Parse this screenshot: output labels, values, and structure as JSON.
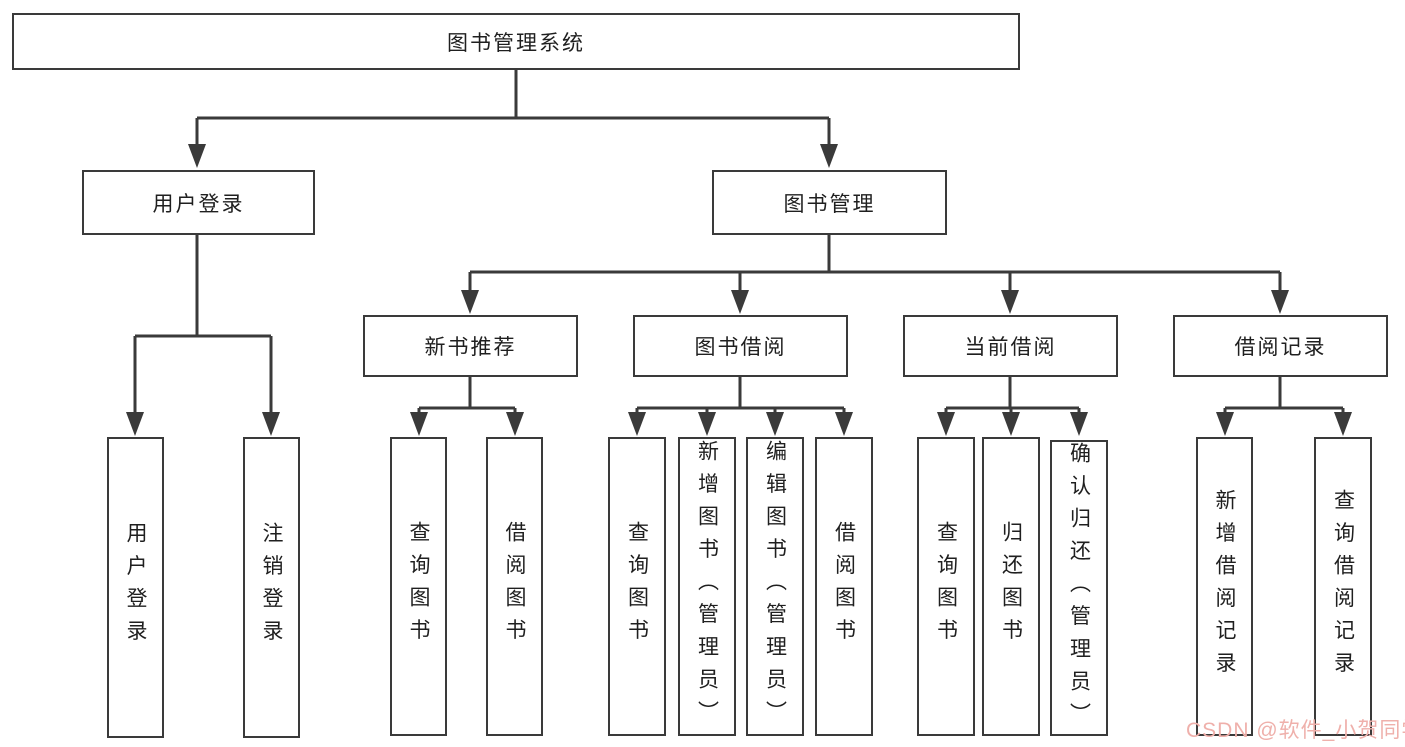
{
  "diagram": {
    "root": "图书管理系统",
    "branches": [
      {
        "label": "用户登录",
        "leaves": [
          "用户登录",
          "注销登录"
        ]
      },
      {
        "label": "图书管理",
        "groups": [
          {
            "label": "新书推荐",
            "leaves": [
              "查询图书",
              "借阅图书"
            ]
          },
          {
            "label": "图书借阅",
            "leaves": [
              "查询图书",
              "新增图书（管理员）",
              "编辑图书（管理员）",
              "借阅图书"
            ]
          },
          {
            "label": "当前借阅",
            "leaves": [
              "查询图书",
              "归还图书",
              "确认归还（管理员）"
            ]
          },
          {
            "label": "借阅记录",
            "leaves": [
              "新增借阅记录",
              "查询借阅记录"
            ]
          }
        ]
      }
    ],
    "watermark": "CSDN @软件_小贺同学",
    "colors": {
      "line": "#3a3a3a",
      "box_border": "#3a3a3a",
      "text": "#1f1f1f",
      "background": "#ffffff",
      "watermark": "#efb0ab"
    }
  }
}
